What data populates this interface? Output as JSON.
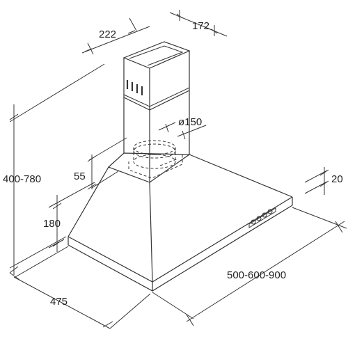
{
  "diagram": {
    "dimensions": {
      "chimney_width": "222",
      "chimney_depth": "172",
      "outlet_diameter": "ø150",
      "outlet_offset": "55",
      "total_height": "400-780",
      "canopy_height": "180",
      "edge_thickness": "20",
      "hood_width": "500-600-900",
      "hood_depth": "475"
    }
  }
}
